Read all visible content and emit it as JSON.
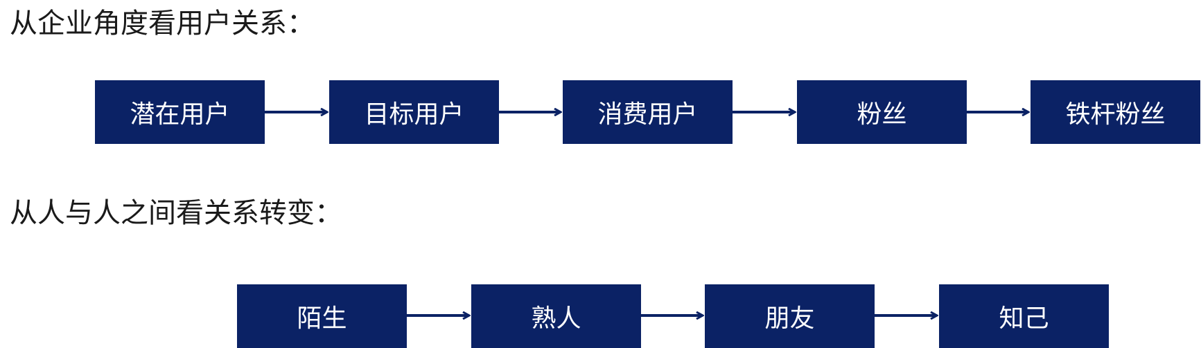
{
  "headings": {
    "enterprise": "从企业角度看用户关系：",
    "interpersonal": "从人与人之间看关系转变："
  },
  "flows": {
    "enterprise": [
      "潜在用户",
      "目标用户",
      "消费用户",
      "粉丝",
      "铁杆粉丝"
    ],
    "interpersonal": [
      "陌生",
      "熟人",
      "朋友",
      "知己"
    ]
  },
  "colors": {
    "node_fill": "#0b2265",
    "node_text": "#ffffff",
    "arrow": "#0b2265"
  }
}
